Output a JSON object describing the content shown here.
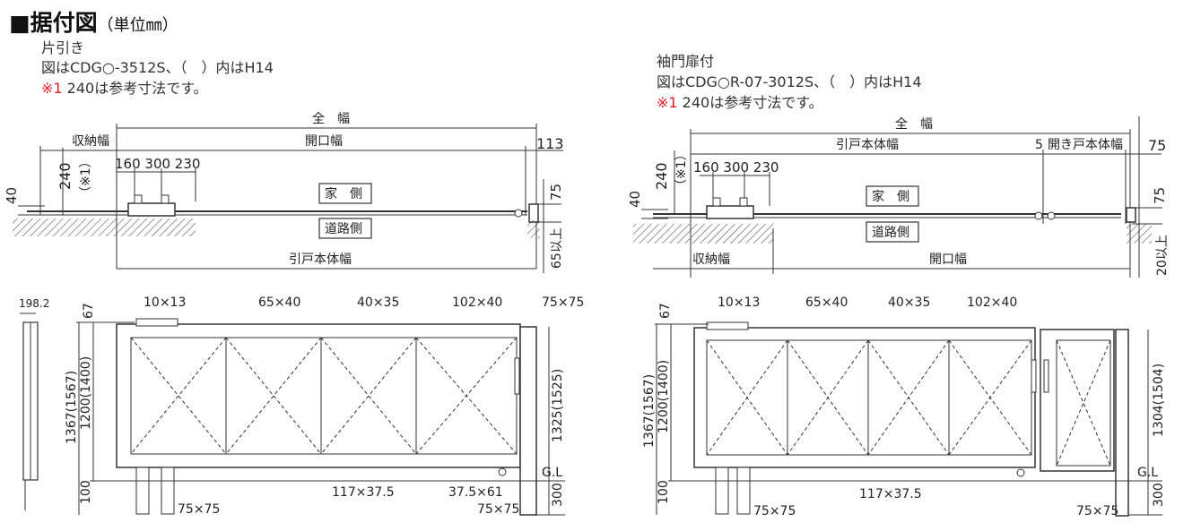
{
  "header": {
    "title": "■据付図",
    "unit": "（単位㎜）"
  },
  "left": {
    "type_label": "片引き",
    "ref_line": "図はCDG○-3512S、（　）内はH14",
    "note_mark": "※1",
    "note_text": " 240は参考寸法です。",
    "plan": {
      "zen_haba": "全　幅",
      "shuno_haba": "収納幅",
      "kaiko_haba": "開口幅",
      "d113": "113",
      "d240": "240",
      "d240_note": "（※1）",
      "d160_300_230": "160 300 230",
      "d40": "40",
      "d75": "75",
      "ie_gawa": "家　側",
      "doro_gawa": "道路側",
      "hikido_hontai_haba": "引戸本体幅",
      "d65": "65以上"
    },
    "elev": {
      "d198": "198.2",
      "d67": "67",
      "p10x13": "10×13",
      "p65x40": "65×40",
      "p40x35": "40×35",
      "p102x40": "102×40",
      "p75x75_top": "75×75",
      "h1367": "1367(1567)",
      "h1200": "1200(1400)",
      "h1325": "1325(1525)",
      "gl": "G.L",
      "d100": "100",
      "d300": "300",
      "p117": "117×37.5",
      "p37_5x61": "37.5×61",
      "p75x75_b1": "75×75",
      "p75x75_b2": "75×75"
    }
  },
  "right": {
    "type_label": "袖門扉付",
    "ref_line": "図はCDG○R-07-3012S、（　）内はH14",
    "note_mark": "※1",
    "note_text": " 240は参考寸法です。",
    "plan": {
      "zen_haba": "全　幅",
      "hikido_hontai_haba": "引戸本体幅",
      "d5": "5",
      "hirakido_haba": "開き戸本体幅",
      "d75a": "75",
      "d240": "240",
      "d240_note": "（※1）",
      "d160_300_230": "160 300 230",
      "d40": "40",
      "d75b": "75",
      "ie_gawa": "家　側",
      "doro_gawa": "道路側",
      "shuno_haba": "収納幅",
      "kaiko_haba": "開口幅",
      "d20": "20以上"
    },
    "elev": {
      "d67": "67",
      "p10x13": "10×13",
      "p65x40": "65×40",
      "p40x35": "40×35",
      "p102x40": "102×40",
      "h1367": "1367(1567)",
      "h1200": "1200(1400)",
      "h1304": "1304(1504)",
      "gl": "G.L",
      "d100": "100",
      "d300": "300",
      "p117": "117×37.5",
      "p75x75_b1": "75×75",
      "p75x75_b2": "75×75"
    }
  }
}
